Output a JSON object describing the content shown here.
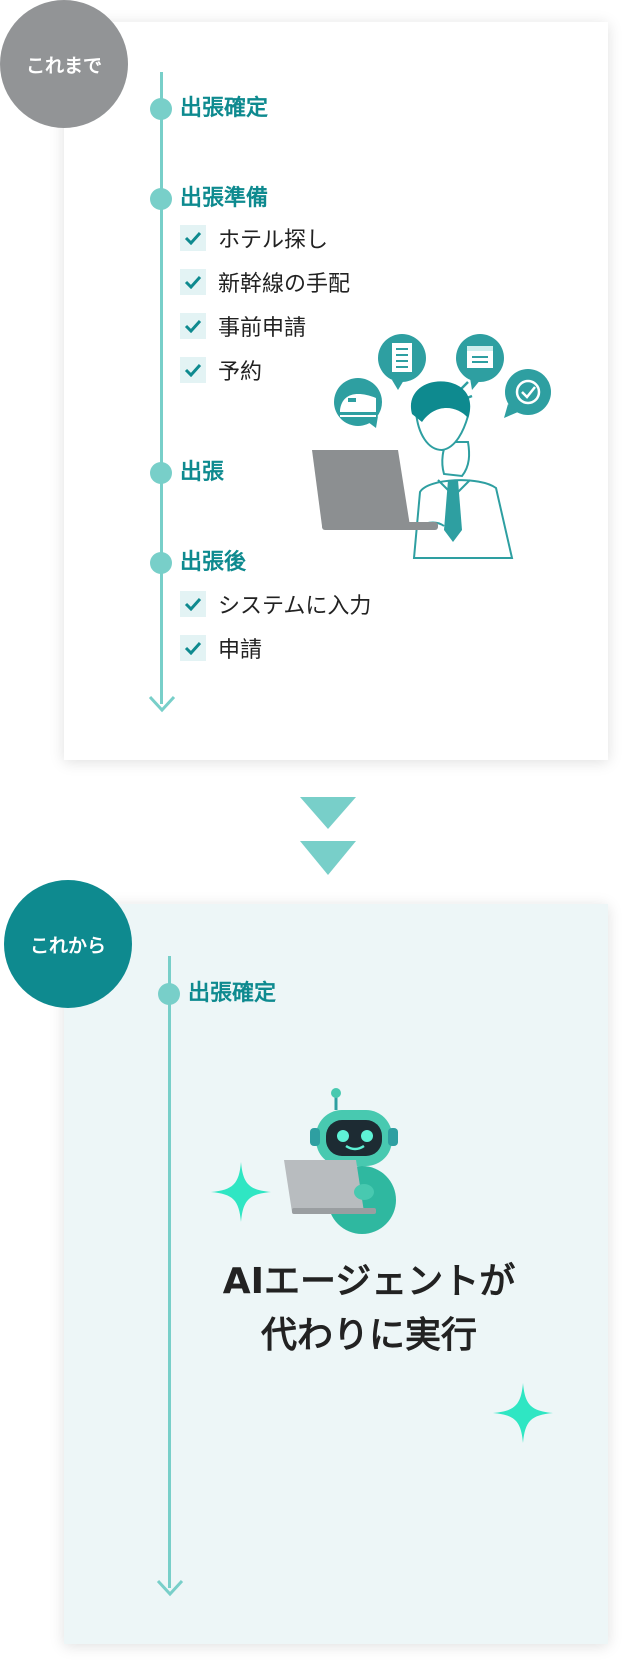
{
  "before": {
    "label": "これまで",
    "steps": [
      {
        "title": "出張確定",
        "tasks": []
      },
      {
        "title": "出張準備",
        "tasks": [
          "ホテル探し",
          "新幹線の手配",
          "事前申請",
          "予約"
        ]
      },
      {
        "title": "出張",
        "tasks": []
      },
      {
        "title": "出張後",
        "tasks": [
          "システムに入力",
          "申請"
        ]
      }
    ]
  },
  "after": {
    "label": "これから",
    "steps": [
      {
        "title": "出張確定"
      }
    ],
    "headline": [
      "AIエージェントが",
      "代わりに実行"
    ]
  },
  "icons": [
    "building-icon",
    "train-icon",
    "calendar-icon",
    "checkmark-icon",
    "laptop-icon",
    "robot-icon",
    "sparkle-icon"
  ],
  "colors": {
    "teal_dark": "#0e8a8f",
    "teal_light": "#78cfc9",
    "gray_label": "#929496",
    "after_background": "#edf6f7",
    "sparkle": "#2fe6c3"
  }
}
